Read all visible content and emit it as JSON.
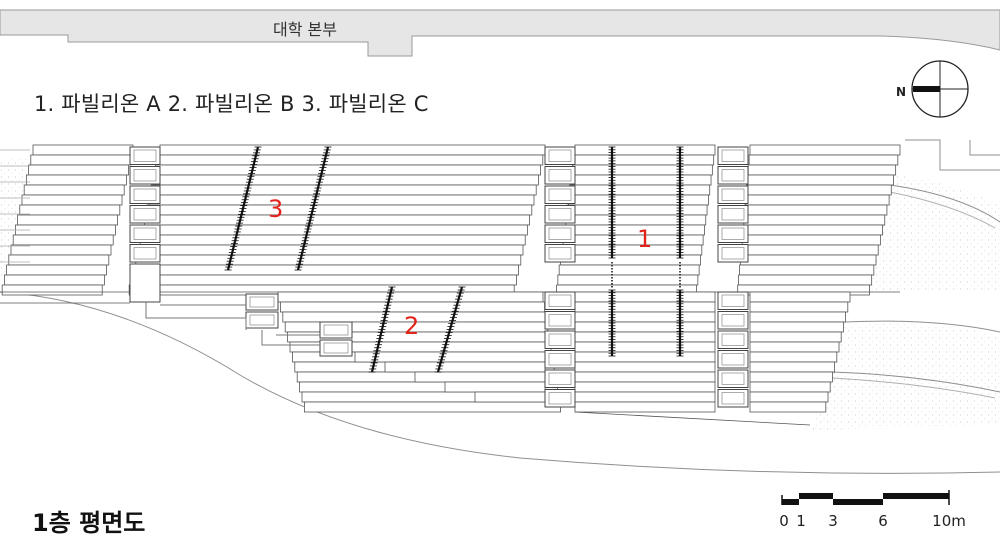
{
  "building_label": "대학 본부",
  "legend": "1. 파빌리온 A  2. 파빌리온 B  3. 파빌리온 C",
  "floor_title": "1층 평면도",
  "pavilion_numbers": {
    "a": "1",
    "b": "2",
    "c": "3"
  },
  "north": "N",
  "scale_labels": [
    "0",
    "1",
    "3",
    "6",
    "10m"
  ],
  "colors": {
    "line": "#555555",
    "light_line": "#9a9a9a",
    "building_fill": "#e6e6e6",
    "number_red": "#e2231a",
    "dark": "#111111"
  }
}
